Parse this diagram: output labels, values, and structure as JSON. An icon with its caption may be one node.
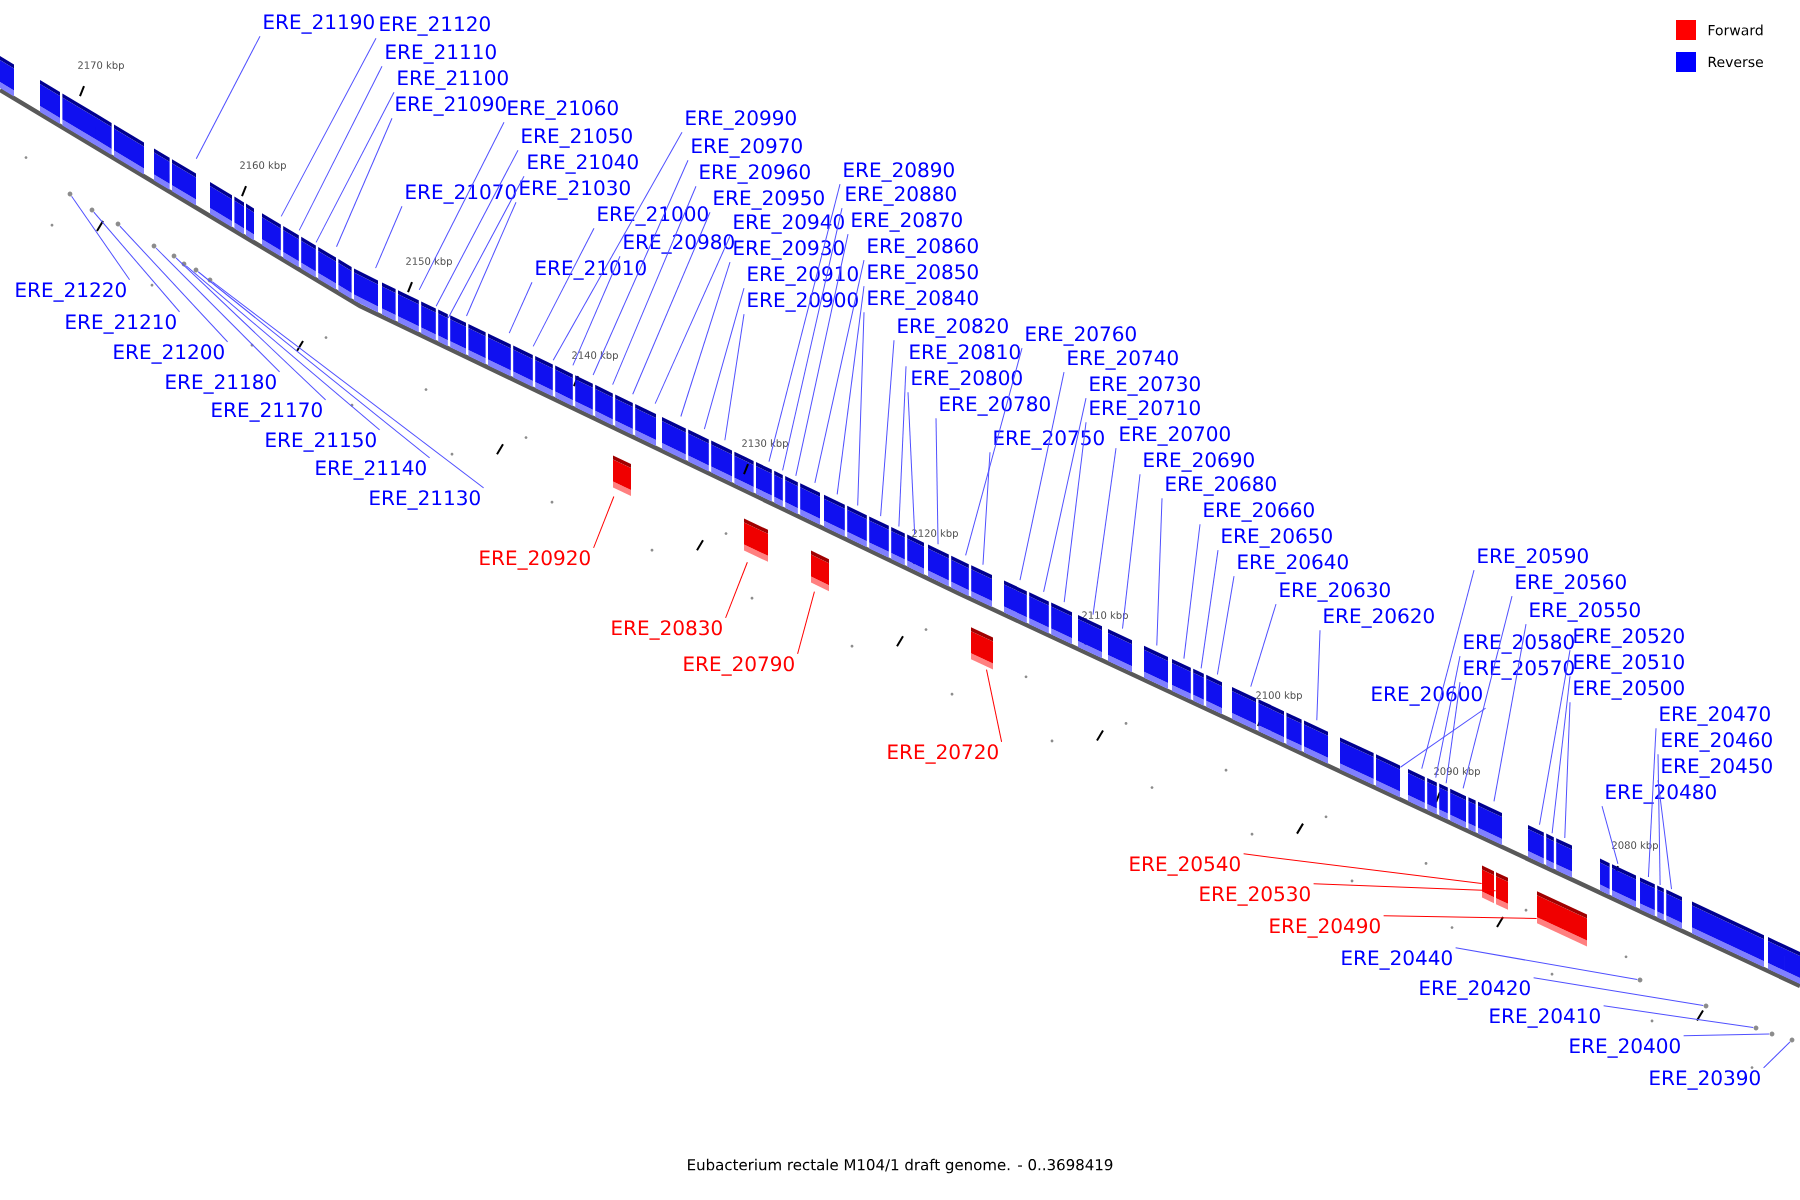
{
  "diagram": {
    "caption": "Eubacterium rectale M104/1 draft genome. - 0..3698419",
    "nodes": [
      {
        "text": [
          "ERE_21190"
        ]
      },
      {
        "text": [
          "ERE_21120"
        ]
      },
      {
        "text": [
          "ERE_21110"
        ]
      },
      {
        "text": [
          "ERE_21100"
        ]
      },
      {
        "text": [
          "ERE_21090"
        ]
      },
      {
        "text": [
          "ERE_21060"
        ]
      },
      {
        "text": [
          "ERE_20990"
        ]
      },
      {
        "text": [
          "ERE_21050"
        ]
      },
      {
        "text": [
          "ERE_20970"
        ]
      },
      {
        "text": [
          "ERE_21040"
        ]
      },
      {
        "text": [
          "ERE_20890"
        ]
      },
      {
        "text": [
          "ERE_20960"
        ]
      },
      {
        "text": [
          "ERE_21030"
        ]
      },
      {
        "text": [
          "ERE_21070"
        ]
      },
      {
        "text": [
          "ERE_20880"
        ]
      },
      {
        "text": [
          "ERE_20950"
        ]
      },
      {
        "text": [
          "ERE_21000"
        ]
      },
      {
        "text": [
          "ERE_20870"
        ]
      },
      {
        "text": [
          "ERE_20940"
        ]
      },
      {
        "text": [
          "ERE_20980"
        ]
      },
      {
        "text": [
          "ERE_20860"
        ]
      },
      {
        "text": [
          "ERE_20930"
        ]
      },
      {
        "text": [
          "ERE_21010"
        ]
      },
      {
        "text": [
          "ERE_20850"
        ]
      },
      {
        "text": [
          "ERE_20910"
        ]
      },
      {
        "text": [
          "ERE_20840"
        ]
      },
      {
        "text": [
          "ERE_20900"
        ]
      },
      {
        "text": [
          "ERE_20820"
        ]
      },
      {
        "text": [
          "ERE_20760"
        ]
      },
      {
        "text": [
          "ERE_20810"
        ]
      },
      {
        "text": [
          "ERE_20740"
        ]
      },
      {
        "text": [
          "ERE_20800"
        ]
      },
      {
        "text": [
          "ERE_20730"
        ]
      },
      {
        "text": [
          "ERE_20780"
        ]
      },
      {
        "text": [
          "ERE_20710"
        ]
      },
      {
        "text": [
          "ERE_20700"
        ]
      },
      {
        "text": [
          "ERE_20750"
        ]
      },
      {
        "text": [
          "ERE_20690"
        ]
      },
      {
        "text": [
          "ERE_20680"
        ]
      },
      {
        "text": [
          "ERE_20660"
        ]
      },
      {
        "text": [
          "ERE_20650"
        ]
      },
      {
        "text": [
          "ERE_20590"
        ]
      },
      {
        "text": [
          "ERE_20640"
        ]
      },
      {
        "text": [
          "ERE_20560"
        ]
      },
      {
        "text": [
          "ERE_20630"
        ]
      },
      {
        "text": [
          "ERE_20550"
        ]
      },
      {
        "text": [
          "ERE_20620"
        ]
      },
      {
        "text": [
          "ERE_20520"
        ]
      },
      {
        "text": [
          "ERE_20580"
        ]
      },
      {
        "text": [
          "ERE_20510"
        ]
      },
      {
        "text": [
          "ERE_20570"
        ]
      },
      {
        "text": [
          "ERE_20500"
        ]
      },
      {
        "text": [
          "ERE_20600"
        ]
      },
      {
        "text": [
          "ERE_20470"
        ]
      },
      {
        "text": [
          "ERE_20460"
        ]
      },
      {
        "text": [
          "ERE_20450"
        ]
      },
      {
        "text": [
          "ERE_20480"
        ]
      },
      {
        "text": [
          "ERE_21220"
        ]
      },
      {
        "text": [
          "ERE_21210"
        ]
      },
      {
        "text": [
          "ERE_21200"
        ]
      },
      {
        "text": [
          "ERE_21180"
        ]
      },
      {
        "text": [
          "ERE_21170"
        ]
      },
      {
        "text": [
          "ERE_21150"
        ]
      },
      {
        "text": [
          "ERE_21140"
        ]
      },
      {
        "text": [
          "ERE_21130"
        ]
      },
      {
        "text": [
          "ERE_20920"
        ]
      },
      {
        "text": [
          "ERE_20830"
        ]
      },
      {
        "text": [
          "ERE_20790"
        ]
      },
      {
        "text": [
          "ERE_20720"
        ]
      },
      {
        "text": [
          "ERE_20540"
        ]
      },
      {
        "text": [
          "ERE_20530"
        ]
      },
      {
        "text": [
          "ERE_20490"
        ]
      },
      {
        "text": [
          "ERE_20440"
        ]
      },
      {
        "text": [
          "ERE_20420"
        ]
      },
      {
        "text": [
          "ERE_20410"
        ]
      },
      {
        "text": [
          "ERE_20400"
        ]
      },
      {
        "text": [
          "ERE_20390"
        ]
      },
      {
        "text": [],
        "shape": "circle"
      },
      {
        "text": [],
        "shape": "circle"
      },
      {
        "text": [],
        "shape": "circle"
      },
      {
        "text": [],
        "shape": "circle"
      },
      {
        "text": [],
        "shape": "circle"
      },
      {
        "text": [],
        "shape": "circle"
      },
      {
        "text": [],
        "shape": "box"
      },
      {
        "text": [],
        "shape": "circle"
      },
      {
        "text": [],
        "shape": "circle"
      },
      {
        "text": [],
        "shape": "box"
      },
      {
        "text": [],
        "shape": "box"
      },
      {
        "text": [],
        "shape": "box"
      },
      {
        "text": [],
        "shape": "box"
      },
      {
        "text": [],
        "shape": "box"
      },
      {
        "text": [],
        "shape": "box"
      },
      {
        "text": [],
        "shape": "box"
      },
      {
        "text": [],
        "shape": "box"
      },
      {
        "text": [],
        "shape": "box"
      },
      {
        "text": [],
        "shape": "box"
      },
      {
        "text": [],
        "shape": "box"
      },
      {
        "text": [],
        "shape": "box"
      },
      {
        "text": [],
        "shape": "box"
      },
      {
        "text": [],
        "shape": "box"
      },
      {
        "text": [],
        "shape": "box"
      },
      {
        "text": [],
        "shape": "box"
      },
      {
        "text": [],
        "shape": "box"
      },
      {
        "text": [],
        "shape": "box"
      },
      {
        "text": [],
        "shape": "box"
      },
      {
        "text": [],
        "shape": "box"
      },
      {
        "text": [],
        "shape": "box"
      },
      {
        "text": [],
        "shape": "box"
      },
      {
        "text": [],
        "shape": "box"
      },
      {
        "text": [],
        "shape": "box"
      },
      {
        "text": [],
        "shape": "box"
      },
      {
        "text": [],
        "shape": "box"
      },
      {
        "text": [],
        "shape": "box"
      },
      {
        "text": [],
        "shape": "box"
      },
      {
        "text": [],
        "shape": "box"
      },
      {
        "text": [],
        "shape": "box"
      },
      {
        "text": [],
        "shape": "box"
      },
      {
        "text": [],
        "shape": "box"
      },
      {
        "text": [],
        "shape": "box"
      },
      {
        "text": [],
        "shape": "box"
      },
      {
        "text": [],
        "shape": "box"
      },
      {
        "text": [],
        "shape": "box"
      },
      {
        "text": [],
        "shape": "box"
      },
      {
        "text": [],
        "shape": "box"
      },
      {
        "text": [],
        "shape": "box"
      },
      {
        "text": [],
        "shape": "box"
      },
      {
        "text": [],
        "shape": "box"
      },
      {
        "text": [],
        "shape": "box"
      },
      {
        "text": [],
        "shape": "box"
      },
      {
        "text": [],
        "shape": "box"
      },
      {
        "text": [],
        "shape": "box"
      },
      {
        "text": [],
        "shape": "box"
      },
      {
        "text": [],
        "shape": "box"
      },
      {
        "text": [],
        "shape": "box"
      },
      {
        "text": [],
        "shape": "box"
      },
      {
        "text": [],
        "shape": "box"
      },
      {
        "text": [],
        "shape": "box"
      },
      {
        "text": [],
        "shape": "box"
      },
      {
        "text": [],
        "shape": "box"
      },
      {
        "text": [],
        "shape": "box"
      },
      {
        "text": [],
        "shape": "box"
      },
      {
        "text": [],
        "shape": "box"
      },
      {
        "text": [],
        "shape": "box"
      },
      {
        "text": [],
        "shape": "box"
      },
      {
        "text": [],
        "shape": "box"
      },
      {
        "text": [],
        "shape": "box"
      },
      {
        "text": [],
        "shape": "circle"
      },
      {
        "text": [],
        "shape": "box"
      },
      {
        "text": [],
        "shape": "box"
      },
      {
        "text": [],
        "shape": "box"
      },
      {
        "text": [],
        "shape": "circle"
      },
      {
        "text": [],
        "shape": "circle"
      },
      {
        "text": [],
        "shape": "circle"
      },
      {
        "text": [],
        "shape": "circle"
      },
      {
        "text": [],
        "shape": "box"
      },
      {
        "text": [],
        "shape": "box"
      },
      {
        "text": [],
        "shape": "box"
      },
      {
        "text": [],
        "shape": "box"
      },
      {
        "text": [],
        "shape": "box"
      }
    ],
    "edges": [
      {
        "from": 0,
        "to": 83,
        "arrow": "none"
      },
      {
        "from": 1,
        "to": 86,
        "arrow": "none"
      },
      {
        "from": 2,
        "to": 87,
        "arrow": "none"
      },
      {
        "from": 3,
        "to": 88,
        "arrow": "none"
      },
      {
        "from": 4,
        "to": 89,
        "arrow": "none"
      },
      {
        "from": 5,
        "to": 91,
        "arrow": "none"
      },
      {
        "from": 6,
        "to": 97,
        "arrow": "none"
      },
      {
        "from": 7,
        "to": 92,
        "arrow": "none"
      },
      {
        "from": 8,
        "to": 99,
        "arrow": "none"
      },
      {
        "from": 9,
        "to": 93,
        "arrow": "none"
      },
      {
        "from": 10,
        "to": 108,
        "arrow": "none"
      },
      {
        "from": 11,
        "to": 100,
        "arrow": "none"
      },
      {
        "from": 12,
        "to": 94,
        "arrow": "none"
      },
      {
        "from": 13,
        "to": 90,
        "arrow": "none"
      },
      {
        "from": 14,
        "to": 109,
        "arrow": "none"
      },
      {
        "from": 15,
        "to": 102,
        "arrow": "none"
      },
      {
        "from": 16,
        "to": 96,
        "arrow": "none"
      },
      {
        "from": 17,
        "to": 110,
        "arrow": "none"
      },
      {
        "from": 18,
        "to": 103,
        "arrow": "none"
      },
      {
        "from": 19,
        "to": 98,
        "arrow": "none"
      },
      {
        "from": 20,
        "to": 112,
        "arrow": "none"
      },
      {
        "from": 21,
        "to": 104,
        "arrow": "none"
      },
      {
        "from": 22,
        "to": 95,
        "arrow": "none"
      },
      {
        "from": 23,
        "to": 113,
        "arrow": "none"
      },
      {
        "from": 24,
        "to": 105,
        "arrow": "none"
      },
      {
        "from": 25,
        "to": 114,
        "arrow": "none"
      },
      {
        "from": 26,
        "to": 106,
        "arrow": "none"
      },
      {
        "from": 27,
        "to": 115,
        "arrow": "none"
      },
      {
        "from": 28,
        "to": 119,
        "arrow": "none"
      },
      {
        "from": 29,
        "to": 116,
        "arrow": "none"
      },
      {
        "from": 30,
        "to": 122,
        "arrow": "none"
      },
      {
        "from": 31,
        "to": 117,
        "arrow": "none"
      },
      {
        "from": 32,
        "to": 123,
        "arrow": "none"
      },
      {
        "from": 33,
        "to": 118,
        "arrow": "none"
      },
      {
        "from": 34,
        "to": 124,
        "arrow": "none"
      },
      {
        "from": 35,
        "to": 125,
        "arrow": "none"
      },
      {
        "from": 36,
        "to": 121,
        "arrow": "none"
      },
      {
        "from": 37,
        "to": 126,
        "arrow": "none"
      },
      {
        "from": 38,
        "to": 127,
        "arrow": "none"
      },
      {
        "from": 39,
        "to": 128,
        "arrow": "none"
      },
      {
        "from": 40,
        "to": 129,
        "arrow": "none"
      },
      {
        "from": 41,
        "to": 134,
        "arrow": "none"
      },
      {
        "from": 42,
        "to": 130,
        "arrow": "none"
      },
      {
        "from": 43,
        "to": 137,
        "arrow": "none"
      },
      {
        "from": 44,
        "to": 131,
        "arrow": "none"
      },
      {
        "from": 45,
        "to": 139,
        "arrow": "none"
      },
      {
        "from": 46,
        "to": 132,
        "arrow": "none"
      },
      {
        "from": 47,
        "to": 141,
        "arrow": "none"
      },
      {
        "from": 48,
        "to": 135,
        "arrow": "none"
      },
      {
        "from": 49,
        "to": 142,
        "arrow": "none"
      },
      {
        "from": 50,
        "to": 136,
        "arrow": "none"
      },
      {
        "from": 51,
        "to": 143,
        "arrow": "none"
      },
      {
        "from": 52,
        "to": 133,
        "arrow": "none"
      },
      {
        "from": 53,
        "to": 147,
        "arrow": "none"
      },
      {
        "from": 54,
        "to": 148,
        "arrow": "none"
      },
      {
        "from": 55,
        "to": 149,
        "arrow": "none"
      },
      {
        "from": 56,
        "to": 145,
        "arrow": "none"
      },
      {
        "from": 57,
        "to": 77,
        "arrow": "none"
      },
      {
        "from": 58,
        "to": 78,
        "arrow": "none"
      },
      {
        "from": 59,
        "to": 79,
        "arrow": "none"
      },
      {
        "from": 60,
        "to": 80,
        "arrow": "none"
      },
      {
        "from": 61,
        "to": 81,
        "arrow": "none"
      },
      {
        "from": 62,
        "to": 82,
        "arrow": "none"
      },
      {
        "from": 63,
        "to": 84,
        "arrow": "none"
      },
      {
        "from": 64,
        "to": 85,
        "arrow": "none"
      },
      {
        "from": 65,
        "to": 101,
        "arrow": "none",
        "color": "#ff0000"
      },
      {
        "from": 66,
        "to": 107,
        "arrow": "none",
        "color": "#ff0000"
      },
      {
        "from": 67,
        "to": 111,
        "arrow": "none",
        "color": "#ff0000"
      },
      {
        "from": 68,
        "to": 120,
        "arrow": "none",
        "color": "#ff0000"
      },
      {
        "from": 69,
        "to": 138,
        "arrow": "none",
        "color": "#ff0000"
      },
      {
        "from": 70,
        "to": 140,
        "arrow": "none",
        "color": "#ff0000"
      },
      {
        "from": 71,
        "to": 144,
        "arrow": "none",
        "color": "#ff0000"
      },
      {
        "from": 72,
        "to": 146,
        "arrow": "none"
      },
      {
        "from": 73,
        "to": 150,
        "arrow": "none"
      },
      {
        "from": 74,
        "to": 151,
        "arrow": "none"
      },
      {
        "from": 75,
        "to": 152,
        "arrow": "none"
      },
      {
        "from": 76,
        "to": 153,
        "arrow": "none"
      }
    ],
    "labels": [
      "2170 kbp",
      "2160 kbp",
      "2150 kbp",
      "2140 kbp",
      "2130 kbp",
      "2120 kbp",
      "2110 kbp",
      "2100 kbp",
      "2090 kbp",
      "2080 kbp"
    ],
    "legend": [
      {
        "text": "Forward",
        "color": "#ff0000"
      },
      {
        "text": "Reverse",
        "color": "#0000ff"
      }
    ]
  }
}
